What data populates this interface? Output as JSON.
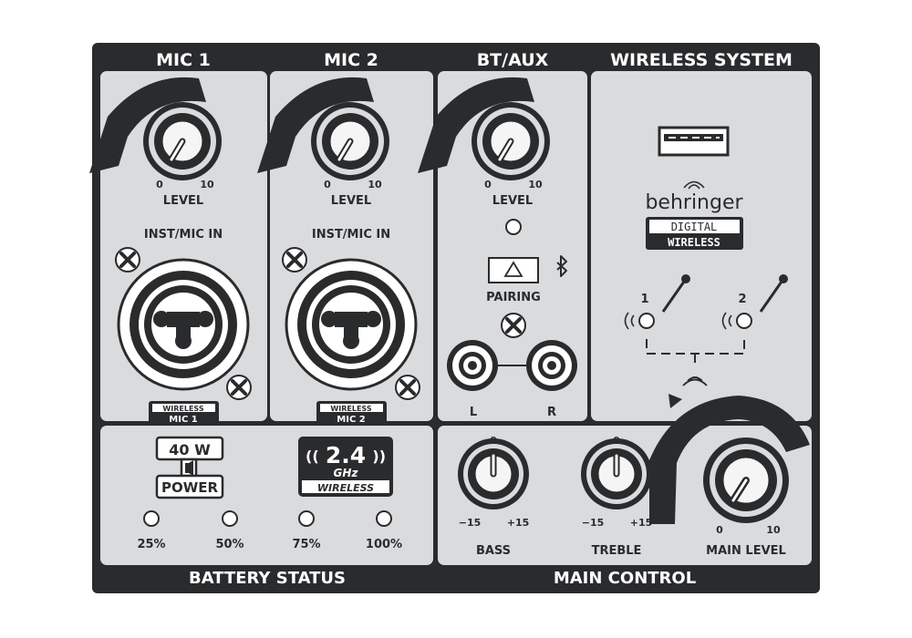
{
  "sections": {
    "mic1": "MIC 1",
    "mic2": "MIC 2",
    "btaux": "BT/AUX",
    "wireless_system": "WIRELESS SYSTEM",
    "battery_status": "BATTERY STATUS",
    "main_control": "MAIN CONTROL"
  },
  "knob_scale": {
    "min": "0",
    "max": "10"
  },
  "level_label": "LEVEL",
  "inst_mic_in": "INST/MIC IN",
  "wireless_badge": {
    "top": "WIRELESS",
    "mic1": "MIC 1",
    "mic2": "MIC 2"
  },
  "bt": {
    "pairing": "PAIRING",
    "left": "L",
    "right": "R",
    "bluetooth_icon": "bluetooth-icon",
    "pairing_icon": "triangle-icon"
  },
  "brand": {
    "name": "behringer",
    "digital": "DIGITAL",
    "wireless": "WIRELESS"
  },
  "wireless_mics": [
    "1",
    "2"
  ],
  "power": {
    "value": "40 W",
    "label": "POWER"
  },
  "freq": {
    "value": "2.4",
    "unit": "GHz",
    "label": "WIRELESS"
  },
  "battery_levels": [
    "25%",
    "50%",
    "75%",
    "100%"
  ],
  "eq": {
    "bass": "BASS",
    "treble": "TREBLE",
    "main_level": "MAIN LEVEL",
    "eq_min": "−15",
    "eq_mid": "0",
    "eq_max": "+15"
  },
  "colors": {
    "panel": "#d2d3d5",
    "dark": "#2a2b2d",
    "face": "#dadbdd"
  }
}
